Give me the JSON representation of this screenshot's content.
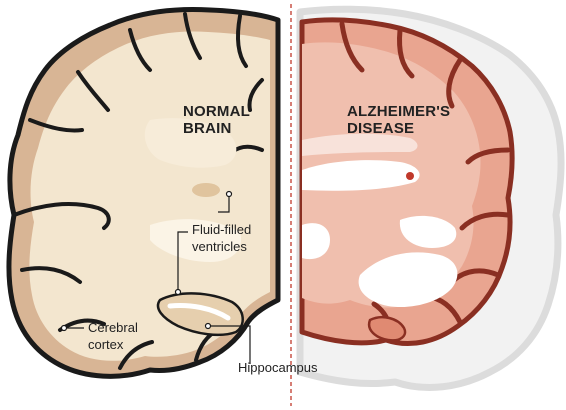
{
  "normal_panel": {
    "title_line1": "NORMAL",
    "title_line2": "BRAIN"
  },
  "alz_panel": {
    "title_line1": "ALZHEIMER'S",
    "title_line2": "DISEASE"
  },
  "labels": {
    "ventricles_line1": "Fluid-filled",
    "ventricles_line2": "ventricles",
    "cortex_line1": "Cerebral",
    "cortex_line2": "cortex",
    "hippocampus": "Hippocampus"
  },
  "colors": {
    "normal_fill": "#f3e6cf",
    "normal_cortex": "#cfa88a",
    "normal_outline": "#1a1a1a",
    "alz_fill": "#e9a590",
    "alz_outline": "#8a2f22",
    "ghost_outline": "#dcdcdc",
    "divider": "#c0392b"
  }
}
